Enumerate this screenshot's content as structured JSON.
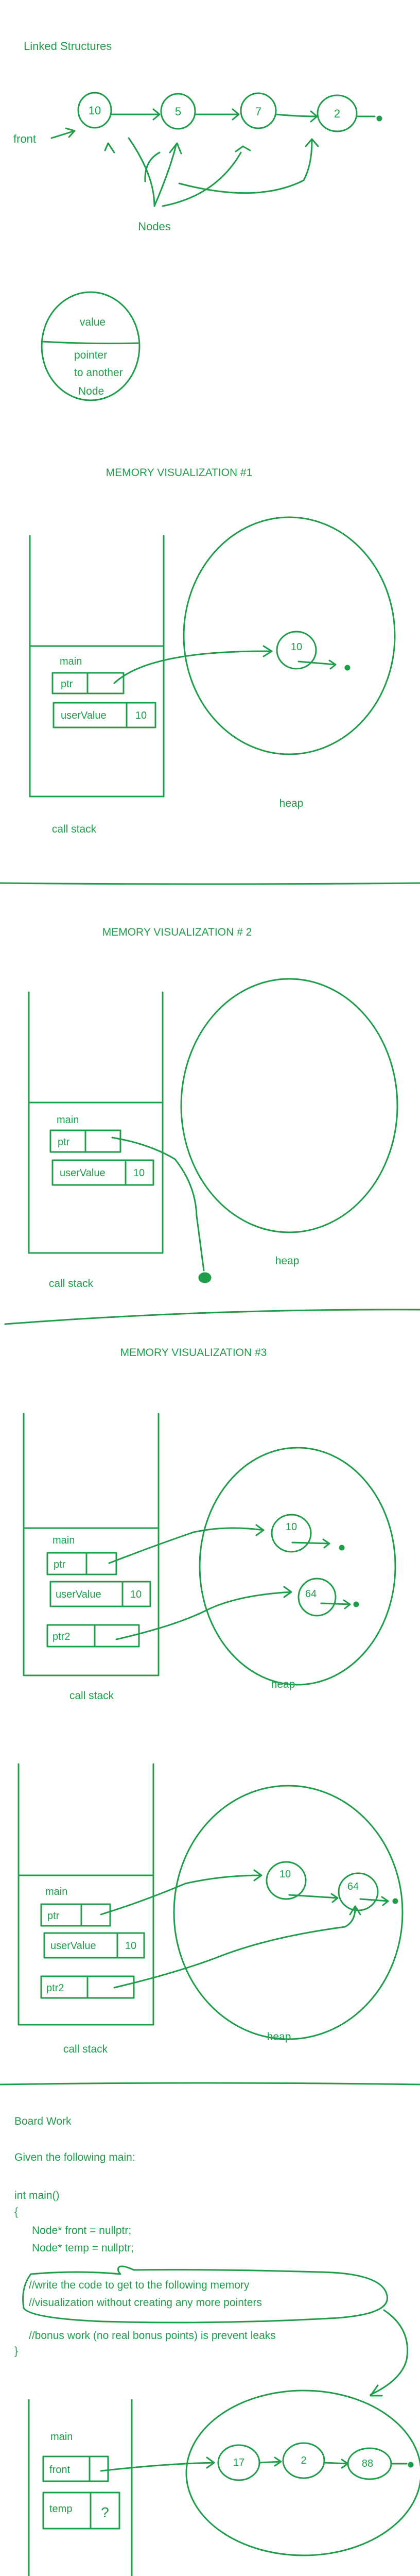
{
  "colors": {
    "ink": "#1e9e4a"
  },
  "linked": {
    "title": "Linked Structures",
    "front": "front",
    "nodes": [
      "10",
      "5",
      "7",
      "2"
    ],
    "nodes_label": "Nodes"
  },
  "node_diagram": {
    "value": "value",
    "pointer": [
      "pointer",
      "to another",
      "Node"
    ]
  },
  "viz1": {
    "title": "MEMORY VISUALIZATION #1",
    "frame": "main",
    "ptr": "ptr",
    "user_value": "userValue",
    "user_value_num": "10",
    "heap_node": "10",
    "call_stack": "call stack",
    "heap": "heap"
  },
  "viz2": {
    "title": "MEMORY VISUALIZATION # 2",
    "frame": "main",
    "ptr": "ptr",
    "user_value": "userValue",
    "user_value_num": "10",
    "call_stack": "call stack",
    "heap": "heap"
  },
  "viz3": {
    "title": "MEMORY VISUALIZATION #3",
    "frame": "main",
    "ptr": "ptr",
    "user_value": "userValue",
    "user_value_num": "10",
    "ptr2": "ptr2",
    "heap_node_a": "10",
    "heap_node_b": "64",
    "call_stack": "call stack",
    "heap": "heap"
  },
  "viz4": {
    "frame": "main",
    "ptr": "ptr",
    "user_value": "userValue",
    "user_value_num": "10",
    "ptr2": "ptr2",
    "heap_node_a": "10",
    "heap_node_b": "64",
    "call_stack": "call stack",
    "heap": "heap"
  },
  "board": {
    "title": "Board Work",
    "prompt": "Given the following main:",
    "code": [
      "int main()",
      "{",
      "Node* front = nullptr;",
      "Node* temp = nullptr;",
      "//write the code to get to the following memory",
      "//visualization without creating any more pointers",
      "//bonus work (no real bonus points) is prevent leaks",
      "}"
    ],
    "frame": "main",
    "front": "front",
    "temp": "temp",
    "temp_value": "?",
    "nodes": [
      "17",
      "2",
      "88"
    ]
  }
}
